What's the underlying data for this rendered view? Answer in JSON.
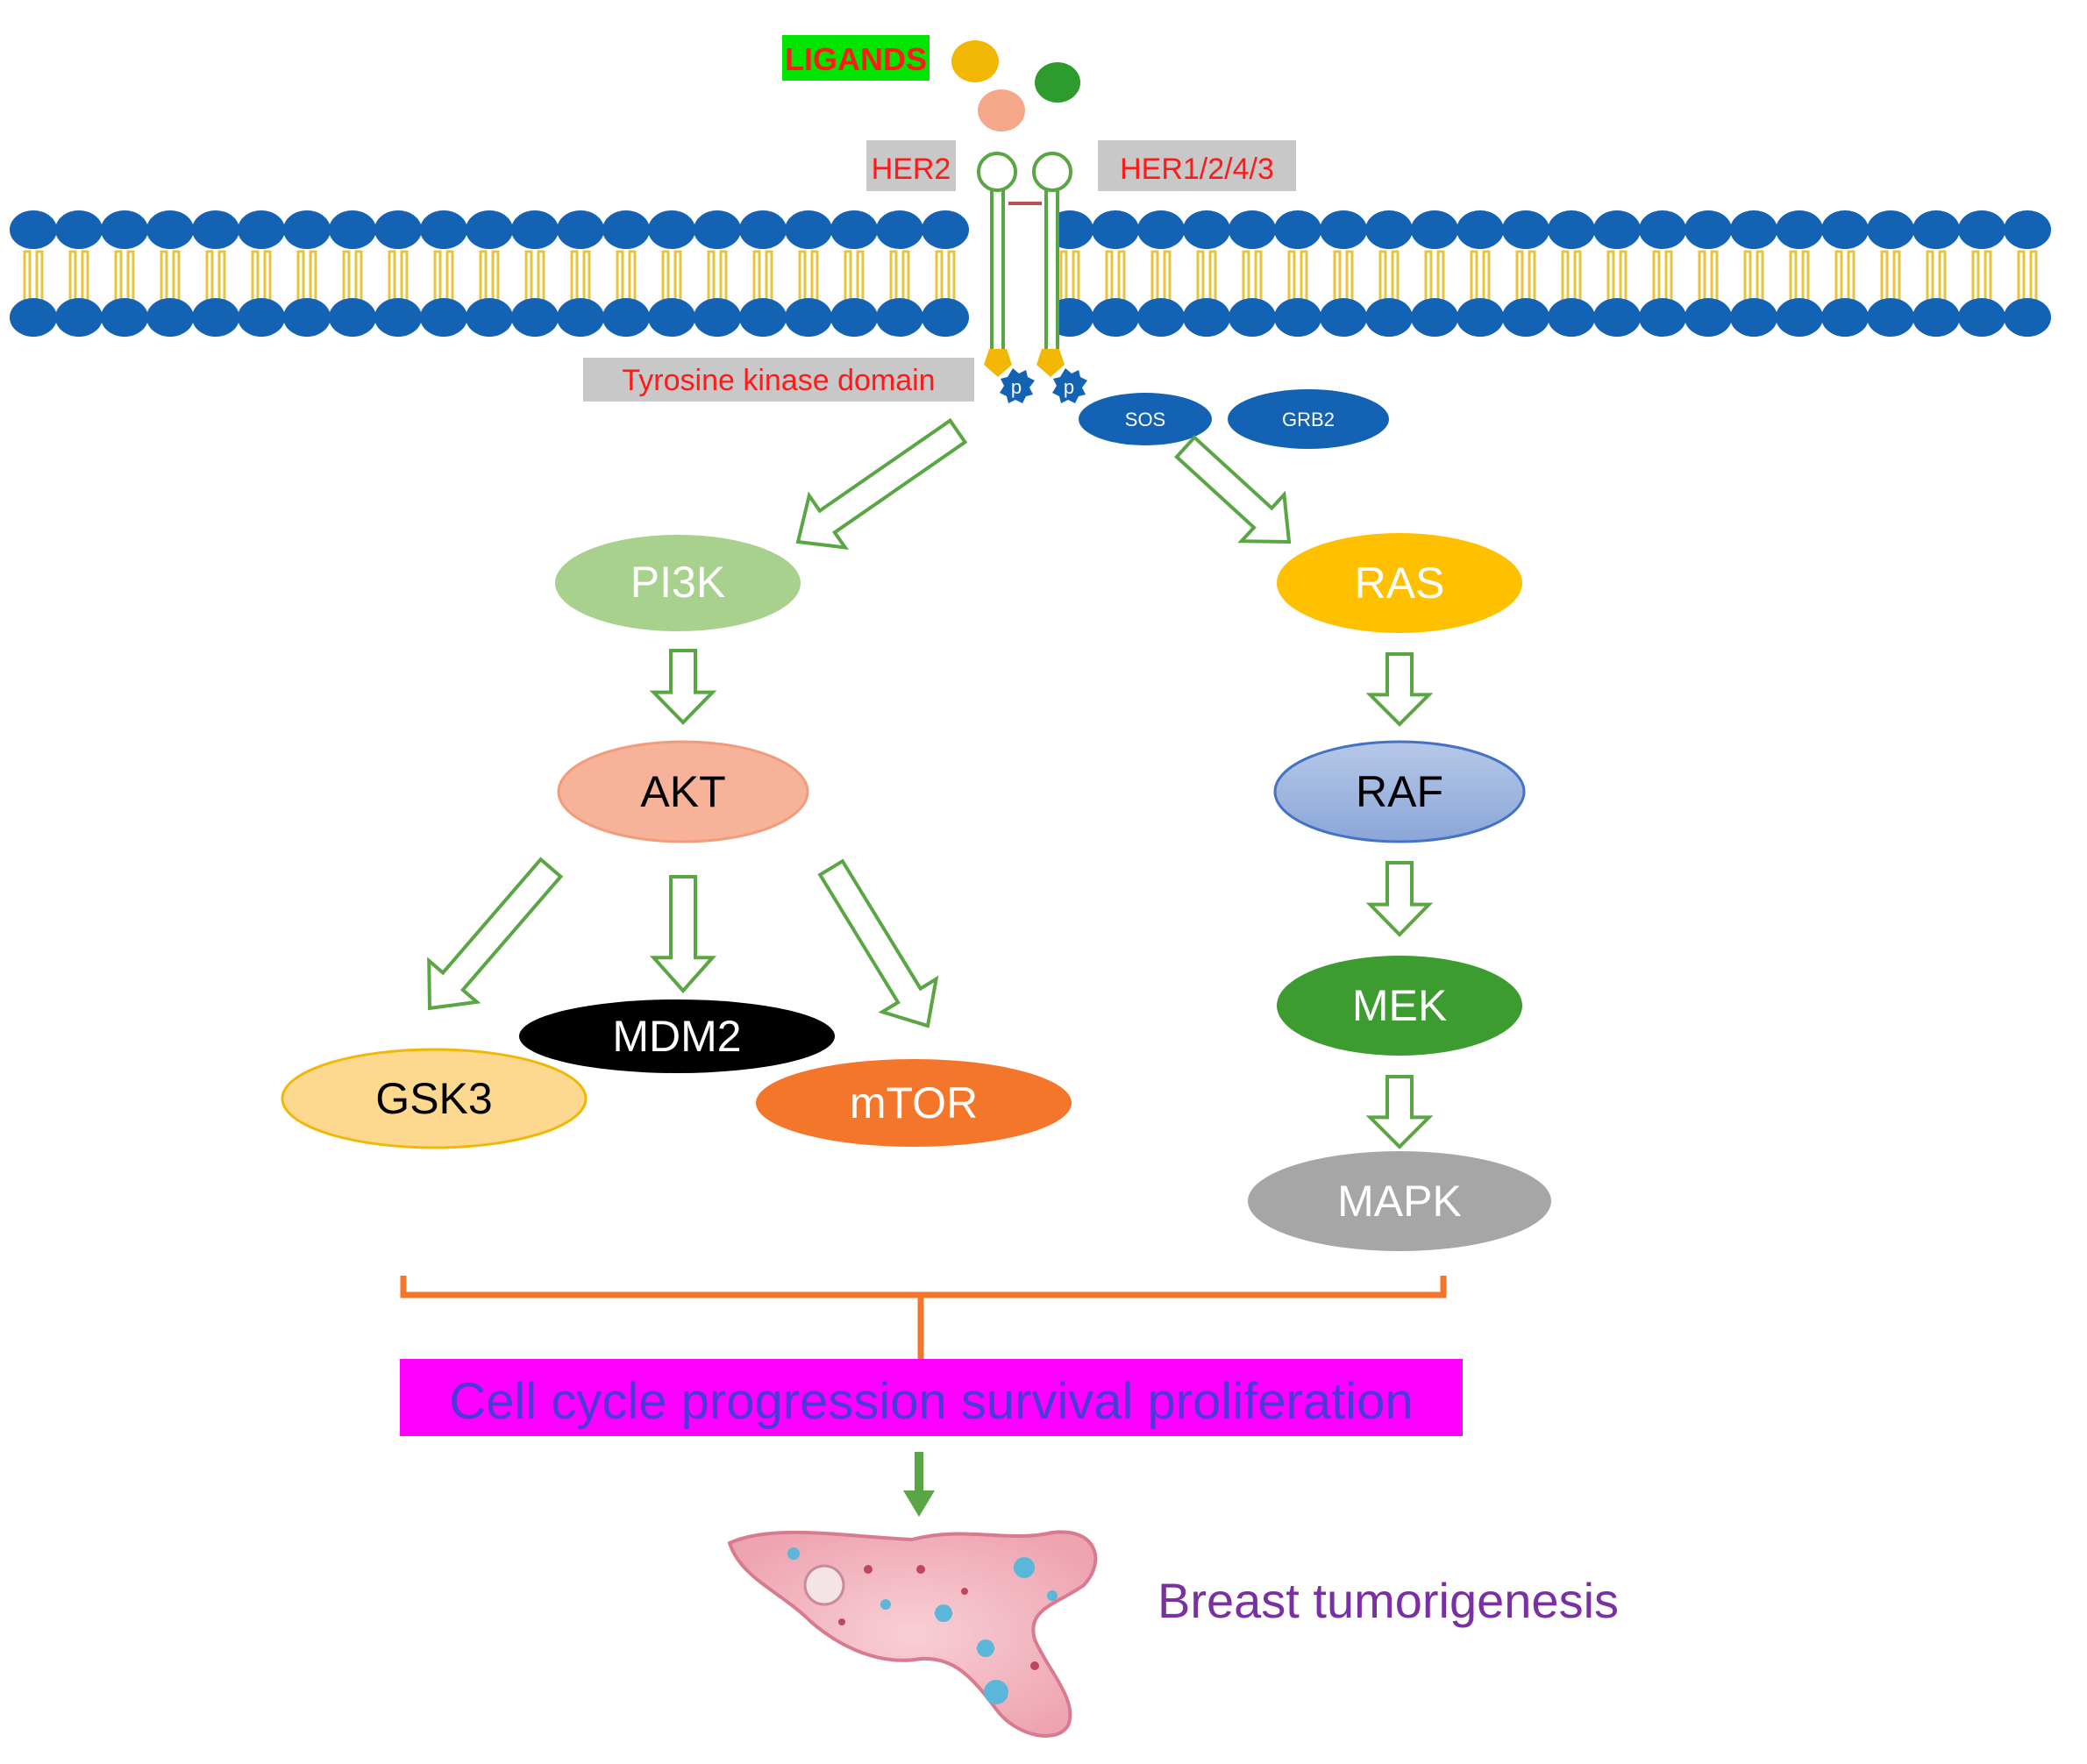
{
  "ligands_label": "LIGANDS",
  "receptors": {
    "left": "HER2",
    "right": "HER1/2/4/3",
    "kinase": "Tyrosine kinase domain",
    "phospho": "p"
  },
  "adaptors": {
    "sos": "SOS",
    "grb2": "GRB2"
  },
  "pi3k_branch": {
    "pi3k": "PI3K",
    "akt": "AKT",
    "gsk3": "GSK3",
    "mdm2": "MDM2",
    "mtor": "mTOR"
  },
  "mapk_branch": {
    "ras": "RAS",
    "raf": "RAF",
    "mek": "MEK",
    "mapk": "MAPK"
  },
  "outcome": "Cell cycle progression survival proliferation",
  "result": "Breast tumorigenesis",
  "colors": {
    "lipid_head": "#1462b4",
    "lipid_tail": "#e9c33b",
    "receptor": "#5aa544",
    "arrow": "#5aa544",
    "label_red": "#ff1a1a",
    "label_bg": "#c8c8c8",
    "ligands_bg": "#00e600",
    "bracket": "#f4762b",
    "outcome_bg": "#ff00ff",
    "outcome_text": "#4b3bd6",
    "result_text": "#7a2fa3"
  }
}
